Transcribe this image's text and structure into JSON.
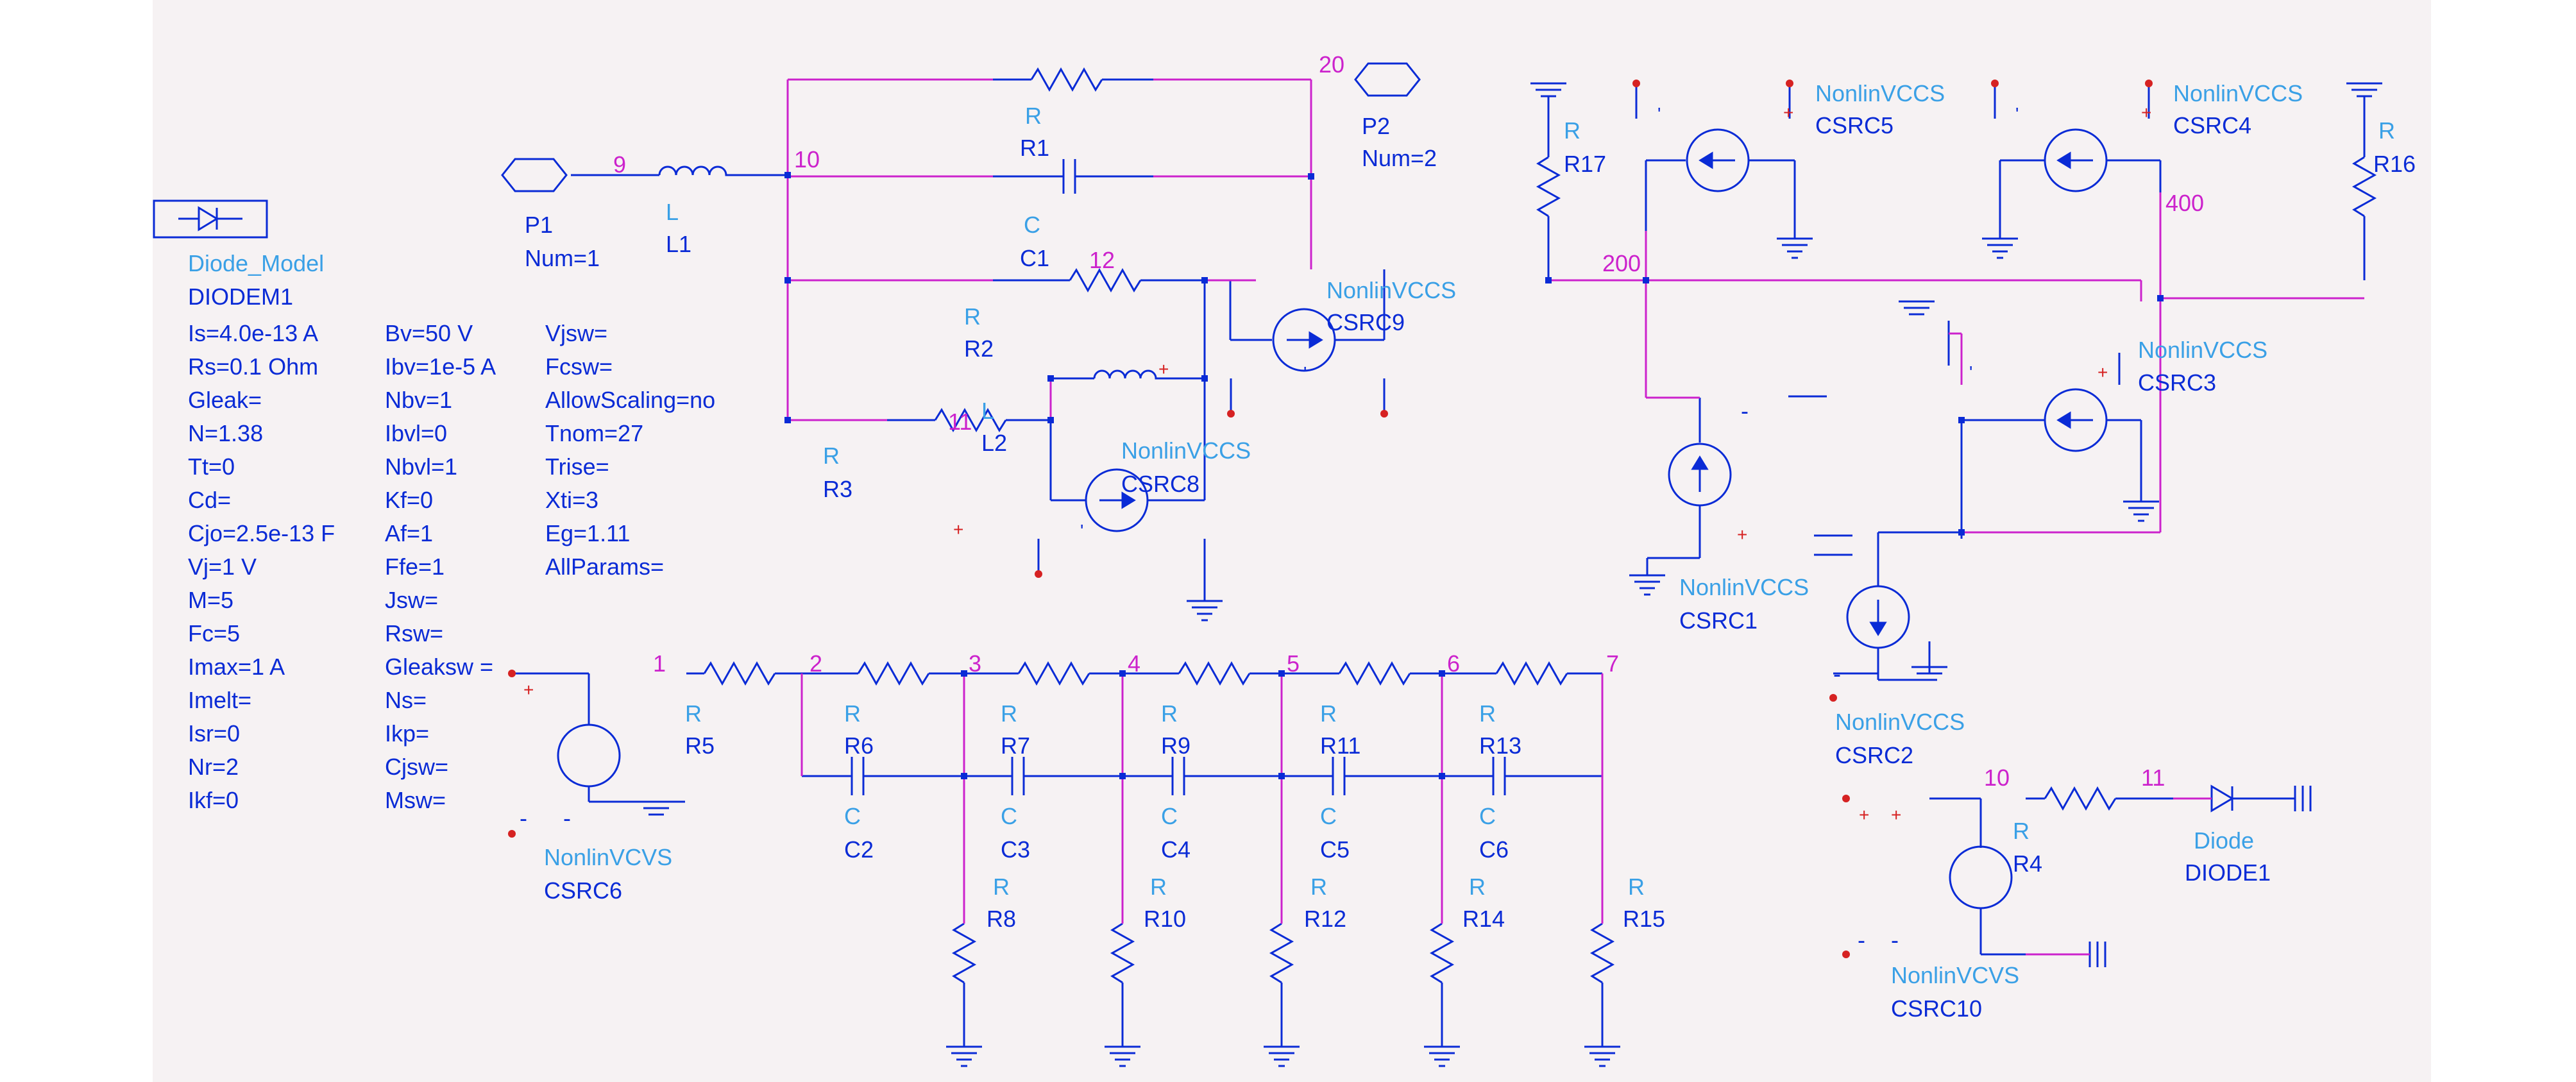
{
  "colors": {
    "wire": "#0a2bd6",
    "net": "#cc22cc",
    "label_type": "#3aa0e6",
    "label_name": "#0a2bd6",
    "pin": "#d62222",
    "background": "#f6f2f3"
  },
  "ports": {
    "p1": {
      "name": "P1",
      "num": "Num=1"
    },
    "p2": {
      "name": "P2",
      "num": "Num=2"
    }
  },
  "nodes": [
    "9",
    "10",
    "20",
    "12",
    "11",
    "200",
    "400",
    "1",
    "2",
    "3",
    "4",
    "5",
    "6",
    "7",
    "10",
    "11"
  ],
  "diode_model": {
    "type": "Diode_Model",
    "name": "DIODEM1",
    "col1": [
      "Is=4.0e-13 A",
      "Rs=0.1 Ohm",
      "Gleak=",
      "N=1.38",
      "Tt=0",
      "Cd=",
      "Cjo=2.5e-13 F",
      "Vj=1 V",
      "M=5",
      "Fc=5",
      "Imax=1 A",
      "Imelt=",
      "Isr=0",
      "Nr=2",
      "Ikf=0"
    ],
    "col2": [
      "Bv=50 V",
      "Ibv=1e-5 A",
      "Nbv=1",
      "Ibvl=0",
      "Nbvl=1",
      "Kf=0",
      "Af=1",
      "Ffe=1",
      "Jsw=",
      "Rsw=",
      "Gleaksw =",
      "Ns=",
      "Ikp=",
      "Cjsw=",
      "Msw="
    ],
    "col3": [
      "Vjsw=",
      "Fcsw=",
      "AllowScaling=no",
      "Tnom=27",
      "Trise=",
      "Xti=3",
      "Eg=1.11",
      "AllParams="
    ]
  },
  "components": {
    "L": "L",
    "L1": "L1",
    "L2": "L2",
    "R": "R",
    "C": "C",
    "R1": "R1",
    "R2": "R2",
    "R3": "R3",
    "R4": "R4",
    "R5": "R5",
    "R6": "R6",
    "R7": "R7",
    "R8": "R8",
    "R9": "R9",
    "R10": "R10",
    "R11": "R11",
    "R12": "R12",
    "R13": "R13",
    "R14": "R14",
    "R15": "R15",
    "R16": "R16",
    "R17": "R17",
    "C1": "C1",
    "C2": "C2",
    "C3": "C3",
    "C4": "C4",
    "C5": "C5",
    "C6": "C6",
    "vccs": "NonlinVCCS",
    "vcvs": "NonlinVCVS",
    "CSRC1": "CSRC1",
    "CSRC2": "CSRC2",
    "CSRC3": "CSRC3",
    "CSRC4": "CSRC4",
    "CSRC5": "CSRC5",
    "CSRC6": "CSRC6",
    "CSRC8": "CSRC8",
    "CSRC9": "CSRC9",
    "CSRC10": "CSRC10",
    "diode": "Diode",
    "DIODE1": "DIODE1"
  },
  "polarity": {
    "plus": "+",
    "minus": "-",
    "tick": "'"
  }
}
